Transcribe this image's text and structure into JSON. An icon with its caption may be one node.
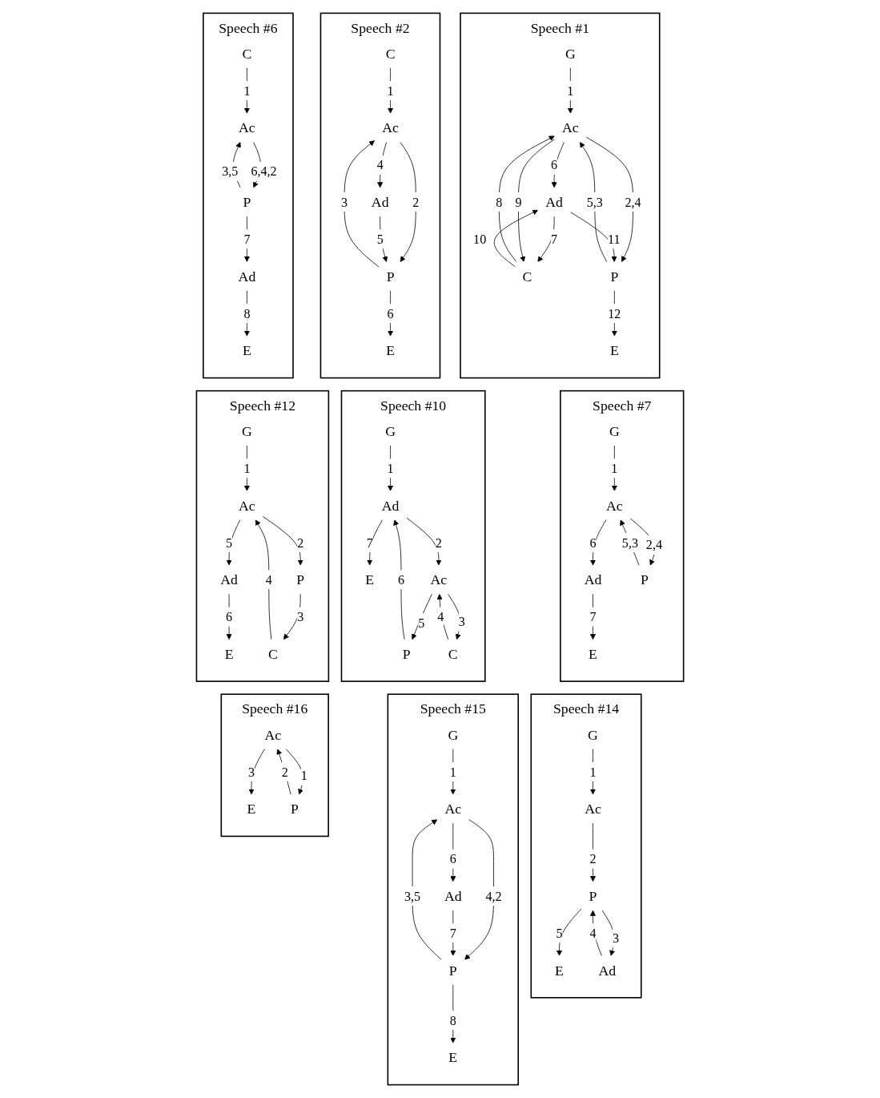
{
  "diagram": {
    "nodes": [
      {
        "text": [
          "Speech #1"
        ]
      },
      {
        "text": [
          "G"
        ],
        "in": 0
      },
      {
        "text": [
          "Ac"
        ],
        "in": 0
      },
      {
        "text": [
          "Ad"
        ],
        "in": 0
      },
      {
        "text": [
          "C"
        ],
        "in": 0
      },
      {
        "text": [
          "P"
        ],
        "in": 0
      },
      {
        "text": [
          "E"
        ],
        "in": 0
      },
      {
        "text": [
          "Speech #2"
        ]
      },
      {
        "text": [
          "C"
        ],
        "in": 7
      },
      {
        "text": [
          "Ac"
        ],
        "in": 7
      },
      {
        "text": [
          "Ad"
        ],
        "in": 7
      },
      {
        "text": [
          "P"
        ],
        "in": 7
      },
      {
        "text": [
          "E"
        ],
        "in": 7
      },
      {
        "text": [
          "Speech #6"
        ]
      },
      {
        "text": [
          "C"
        ],
        "in": 13
      },
      {
        "text": [
          "Ac"
        ],
        "in": 13
      },
      {
        "text": [
          "P"
        ],
        "in": 13
      },
      {
        "text": [
          "Ad"
        ],
        "in": 13
      },
      {
        "text": [
          "E"
        ],
        "in": 13
      },
      {
        "text": [
          "Speech #7"
        ]
      },
      {
        "text": [
          "G"
        ],
        "in": 19
      },
      {
        "text": [
          "Ac"
        ],
        "in": 19
      },
      {
        "text": [
          "Ad"
        ],
        "in": 19
      },
      {
        "text": [
          "E"
        ],
        "in": 19
      },
      {
        "text": [
          "P"
        ],
        "in": 19
      },
      {
        "text": [
          "Speech #10"
        ]
      },
      {
        "text": [
          "G"
        ],
        "in": 25
      },
      {
        "text": [
          "Ad"
        ],
        "in": 25
      },
      {
        "text": [
          "E"
        ],
        "in": 25
      },
      {
        "text": [
          "P"
        ],
        "in": 25
      },
      {
        "text": [
          "Ac"
        ],
        "in": 25
      },
      {
        "text": [
          "C"
        ],
        "in": 25
      },
      {
        "text": [
          "Speech #12"
        ]
      },
      {
        "text": [
          "G"
        ],
        "in": 32
      },
      {
        "text": [
          "Ac"
        ],
        "in": 32
      },
      {
        "text": [
          "Ad"
        ],
        "in": 32
      },
      {
        "text": [
          "E"
        ],
        "in": 32
      },
      {
        "text": [
          "P"
        ],
        "in": 32
      },
      {
        "text": [
          "C"
        ],
        "in": 32
      },
      {
        "text": [
          "Speech #14"
        ]
      },
      {
        "text": [
          "G"
        ],
        "in": 39
      },
      {
        "text": [
          "Ac"
        ],
        "in": 39
      },
      {
        "text": [
          "P"
        ],
        "in": 39
      },
      {
        "text": [
          "E"
        ],
        "in": 39
      },
      {
        "text": [
          "Ad"
        ],
        "in": 39
      },
      {
        "text": [
          "Speech #15"
        ]
      },
      {
        "text": [
          "G"
        ],
        "in": 45
      },
      {
        "text": [
          "Ac"
        ],
        "in": 45
      },
      {
        "text": [
          "Ad"
        ],
        "in": 45
      },
      {
        "text": [
          "P"
        ],
        "in": 45
      },
      {
        "text": [
          "E"
        ],
        "in": 45
      },
      {
        "text": [
          "Speech #16"
        ]
      },
      {
        "text": [
          "Ac"
        ],
        "in": 51
      },
      {
        "text": [
          "E"
        ],
        "in": 51
      },
      {
        "text": [
          "P"
        ],
        "in": 51
      }
    ],
    "edges": [
      {
        "from": 1,
        "to": 2,
        "label": "1",
        "arrow": "to"
      },
      {
        "from": 4,
        "to": 2,
        "label": "8",
        "arrow": "to"
      },
      {
        "from": 4,
        "to": 3,
        "label": "10",
        "arrow": "to"
      },
      {
        "from": 2,
        "to": 3,
        "label": "6",
        "arrow": "to"
      },
      {
        "from": 3,
        "to": 4,
        "label": "7",
        "arrow": "to"
      },
      {
        "from": 5,
        "to": 2,
        "label": "5,3",
        "arrow": "to"
      },
      {
        "from": 2,
        "to": 5,
        "label": "2,4",
        "arrow": "to"
      },
      {
        "from": 2,
        "to": 4,
        "label": "9",
        "arrow": "to"
      },
      {
        "from": 3,
        "to": 5,
        "label": "11",
        "arrow": "to"
      },
      {
        "from": 5,
        "to": 6,
        "label": "12",
        "arrow": "to"
      },
      {
        "from": 8,
        "to": 9,
        "label": "1",
        "arrow": "to"
      },
      {
        "from": 9,
        "to": 10,
        "label": "4",
        "arrow": "to"
      },
      {
        "from": 9,
        "to": 11,
        "label": "2",
        "arrow": "to"
      },
      {
        "from": 11,
        "to": 9,
        "label": "3",
        "arrow": "to"
      },
      {
        "from": 10,
        "to": 11,
        "label": "5",
        "arrow": "to"
      },
      {
        "from": 11,
        "to": 12,
        "label": "6",
        "arrow": "to"
      },
      {
        "from": 14,
        "to": 15,
        "label": "1",
        "arrow": "to"
      },
      {
        "from": 15,
        "to": 16,
        "label": "6,4,2",
        "arrow": "to"
      },
      {
        "from": 16,
        "to": 15,
        "label": "3,5",
        "arrow": "to"
      },
      {
        "from": 16,
        "to": 17,
        "label": "7",
        "arrow": "to"
      },
      {
        "from": 17,
        "to": 18,
        "label": "8",
        "arrow": "to"
      },
      {
        "from": 20,
        "to": 21,
        "label": "1",
        "arrow": "to"
      },
      {
        "from": 21,
        "to": 22,
        "label": "6",
        "arrow": "to"
      },
      {
        "from": 22,
        "to": 23,
        "label": "7",
        "arrow": "to"
      },
      {
        "from": 24,
        "to": 21,
        "label": "5,3",
        "arrow": "to"
      },
      {
        "from": 21,
        "to": 24,
        "label": "2,4",
        "arrow": "to"
      },
      {
        "from": 26,
        "to": 27,
        "label": "1",
        "arrow": "to"
      },
      {
        "from": 29,
        "to": 27,
        "label": "6",
        "arrow": "to"
      },
      {
        "from": 27,
        "to": 28,
        "label": "7",
        "arrow": "to"
      },
      {
        "from": 27,
        "to": 30,
        "label": "2",
        "arrow": "to"
      },
      {
        "from": 30,
        "to": 29,
        "label": "5",
        "arrow": "to"
      },
      {
        "from": 30,
        "to": 31,
        "label": "3",
        "arrow": "to"
      },
      {
        "from": 31,
        "to": 30,
        "label": "4",
        "arrow": "to"
      },
      {
        "from": 33,
        "to": 34,
        "label": "1",
        "arrow": "to"
      },
      {
        "from": 34,
        "to": 35,
        "label": "5",
        "arrow": "to"
      },
      {
        "from": 35,
        "to": 36,
        "label": "6",
        "arrow": "to"
      },
      {
        "from": 34,
        "to": 37,
        "label": "2",
        "arrow": "to"
      },
      {
        "from": 37,
        "to": 38,
        "label": "3",
        "arrow": "to"
      },
      {
        "from": 38,
        "to": 34,
        "label": "4",
        "arrow": "to"
      },
      {
        "from": 40,
        "to": 41,
        "label": "1",
        "arrow": "to"
      },
      {
        "from": 41,
        "to": 42,
        "label": "2",
        "arrow": "to"
      },
      {
        "from": 42,
        "to": 43,
        "label": "5",
        "arrow": "to"
      },
      {
        "from": 44,
        "to": 42,
        "label": "4",
        "arrow": "to"
      },
      {
        "from": 42,
        "to": 44,
        "label": "3",
        "arrow": "to"
      },
      {
        "from": 46,
        "to": 47,
        "label": "1",
        "arrow": "to"
      },
      {
        "from": 47,
        "to": 48,
        "label": "6",
        "arrow": "to"
      },
      {
        "from": 47,
        "to": 49,
        "label": "4,2",
        "arrow": "to"
      },
      {
        "from": 49,
        "to": 47,
        "label": "3,5",
        "arrow": "to"
      },
      {
        "from": 48,
        "to": 49,
        "label": "7",
        "arrow": "to"
      },
      {
        "from": 49,
        "to": 50,
        "label": "8",
        "arrow": "to"
      },
      {
        "from": 52,
        "to": 53,
        "label": "3",
        "arrow": "to"
      },
      {
        "from": 52,
        "to": 54,
        "label": "1",
        "arrow": "to"
      },
      {
        "from": 54,
        "to": 52,
        "label": "2",
        "arrow": "to"
      }
    ]
  }
}
